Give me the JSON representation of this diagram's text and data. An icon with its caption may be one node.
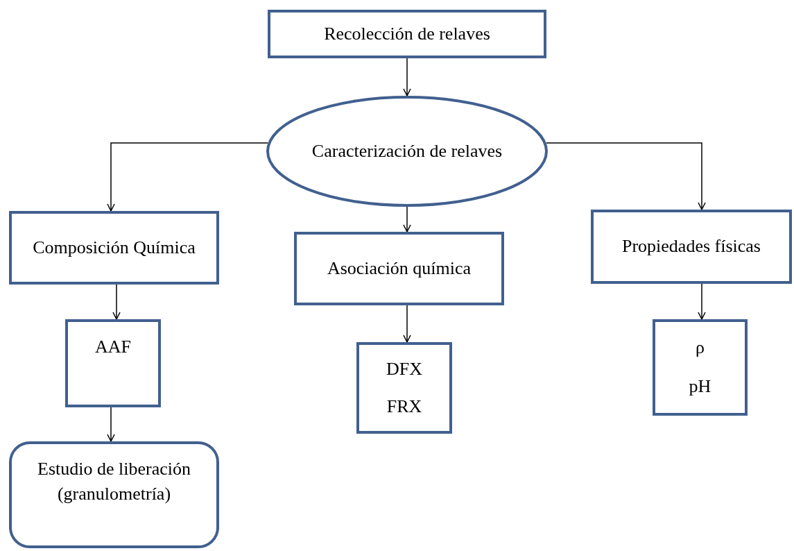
{
  "diagram": {
    "nodes": [
      {
        "text": [
          "Recolección de relaves"
        ]
      },
      {
        "text": [
          "Caracterización de relaves"
        ]
      },
      {
        "text": [
          "Composición Química"
        ]
      },
      {
        "text": [
          "Asociación química"
        ]
      },
      {
        "text": [
          "Propiedades físicas"
        ]
      },
      {
        "text": [
          "AAF"
        ]
      },
      {
        "text": [
          "DFX",
          "FRX"
        ]
      },
      {
        "text": [
          "ρ",
          "pH"
        ]
      },
      {
        "text": [
          "Estudio de liberación (granulometría)"
        ]
      }
    ],
    "edges": [
      {
        "from": 0,
        "to": 1,
        "arrow": "to"
      },
      {
        "from": 1,
        "to": 2,
        "arrow": "to"
      },
      {
        "from": 1,
        "to": 3,
        "arrow": "to"
      },
      {
        "from": 1,
        "to": 4,
        "arrow": "to"
      },
      {
        "from": 2,
        "to": 5,
        "arrow": "to"
      },
      {
        "from": 3,
        "to": 6,
        "arrow": "to"
      },
      {
        "from": 4,
        "to": 7,
        "arrow": "to"
      },
      {
        "from": 5,
        "to": 8,
        "arrow": "to"
      }
    ]
  }
}
